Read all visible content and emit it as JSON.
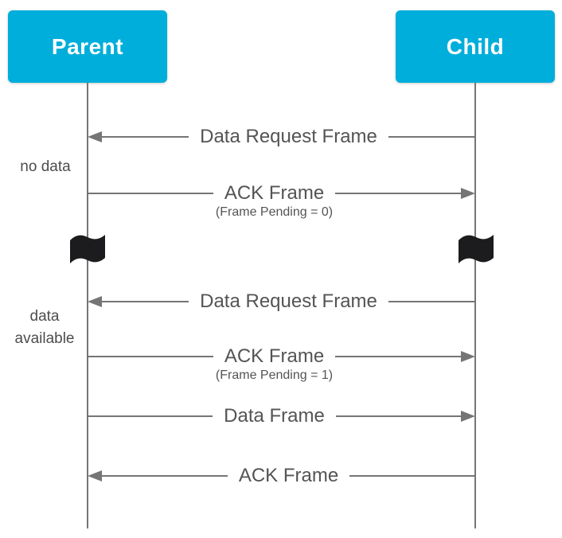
{
  "diagram": {
    "type": "sequence-diagram",
    "actors": {
      "parent": "Parent",
      "child": "Child"
    },
    "messages": [
      {
        "label": "Data Request Frame",
        "sub": "",
        "direction": "left",
        "from": "Child",
        "to": "Parent"
      },
      {
        "label": "ACK Frame",
        "sub": "(Frame Pending = 0)",
        "direction": "right",
        "from": "Parent",
        "to": "Child"
      },
      {
        "label": "Data Request Frame",
        "sub": "",
        "direction": "left",
        "from": "Child",
        "to": "Parent"
      },
      {
        "label": "ACK Frame",
        "sub": "(Frame Pending = 1)",
        "direction": "right",
        "from": "Parent",
        "to": "Child"
      },
      {
        "label": "Data Frame",
        "sub": "",
        "direction": "right",
        "from": "Parent",
        "to": "Child"
      },
      {
        "label": "ACK Frame",
        "sub": "",
        "direction": "left",
        "from": "Child",
        "to": "Parent"
      }
    ],
    "notes": {
      "no_data": "no data",
      "data_available": "data available"
    },
    "icons": {
      "flag": "waving-flag-time-break"
    },
    "colors": {
      "actor_bg": "#00AEDB",
      "line": "#757575",
      "text": "#545456",
      "flag": "#1C1C1E"
    }
  }
}
